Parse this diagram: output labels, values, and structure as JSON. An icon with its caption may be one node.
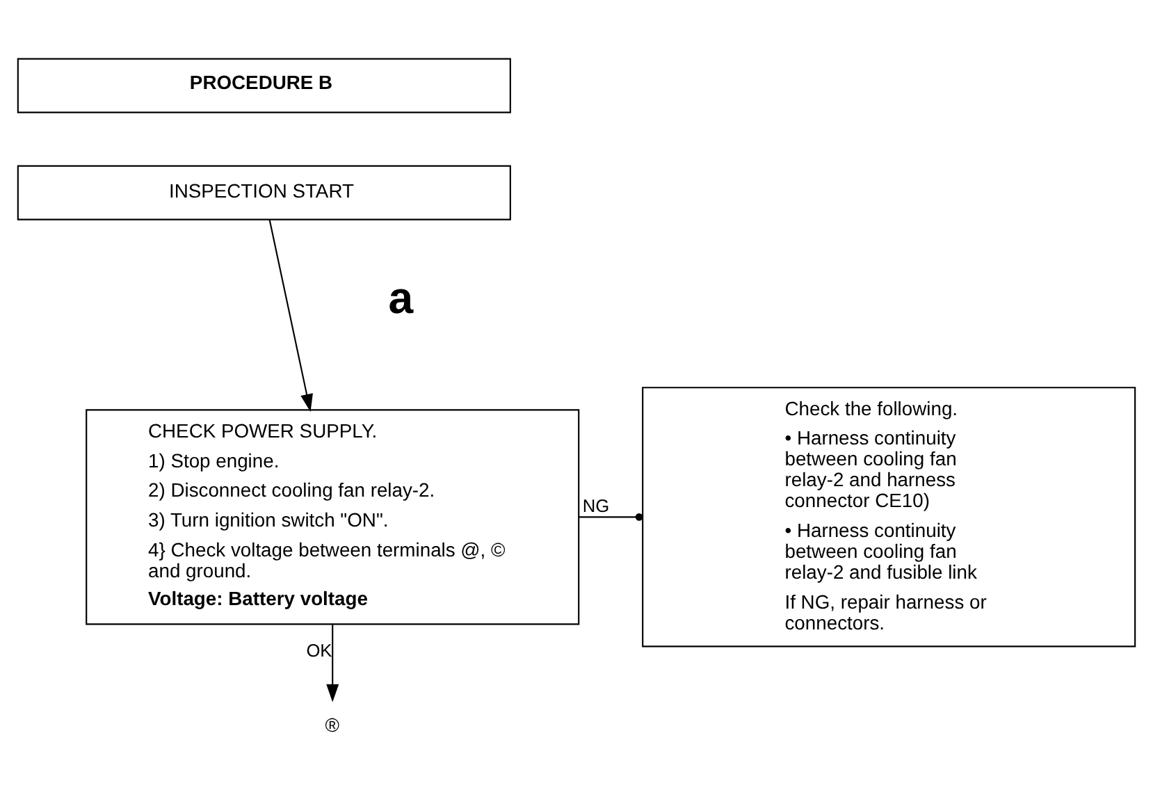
{
  "diagram": {
    "nodes": [
      {
        "text": [
          "PROCEDURE B"
        ]
      },
      {
        "text": [
          "INSPECTION START"
        ]
      },
      {
        "text": [
          "CHECK POWER SUPPLY.",
          "1) Stop engine.",
          "2) Disconnect cooling fan relay-2.",
          "3) Turn ignition switch \"ON\".",
          "4} Check voltage between terminals @, © and ground.",
          "Voltage: Battery voltage"
        ],
        "beside": [
          "a"
        ]
      },
      {
        "text": [
          "Check the following.",
          "• Harness continuity between cooling fan relay-2 and harness connector CE10)",
          "• Harness continuity between cooling fan relay-2 and fusible link",
          "If NG, repair harness or connectors."
        ]
      },
      {
        "text": [
          "®"
        ]
      }
    ],
    "edges": [
      {
        "from": 1,
        "to": 2,
        "arrow": "to"
      },
      {
        "from": 2,
        "to": 3,
        "arrow": "other",
        "label": "NG"
      },
      {
        "from": 2,
        "to": 4,
        "arrow": "to",
        "label": "OK"
      }
    ]
  }
}
